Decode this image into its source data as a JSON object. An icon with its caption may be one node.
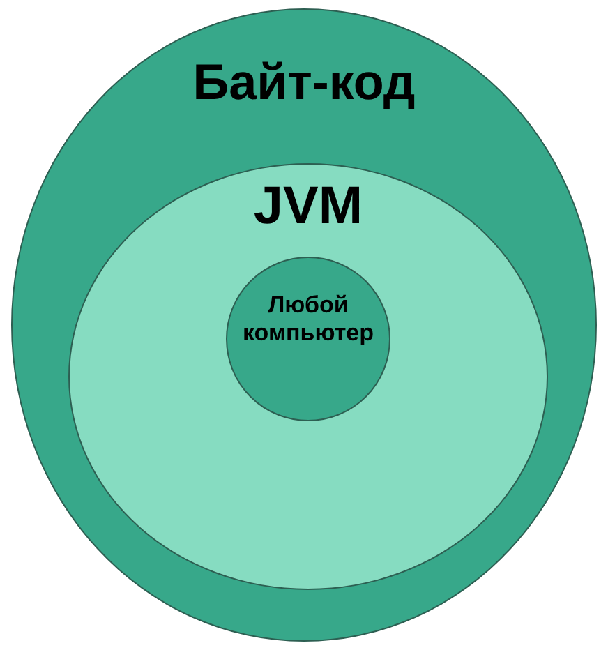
{
  "diagram": {
    "nodes": [
      {
        "text": [
          "Байт-код"
        ]
      },
      {
        "text": [
          "JVM"
        ],
        "in": 0
      },
      {
        "text": [
          "Любой компьютер"
        ],
        "in": 1
      }
    ],
    "edges": []
  }
}
